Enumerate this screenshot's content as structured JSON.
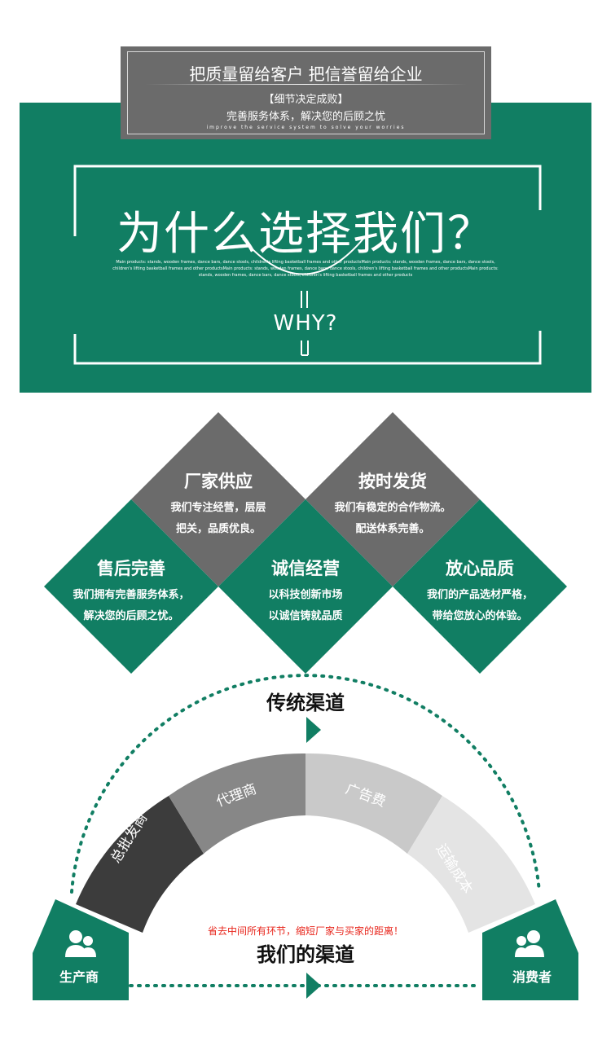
{
  "banner": {
    "title": "把质量留给客户  把信誉留给企业",
    "subtitle_1": "【细节决定成败】",
    "subtitle_2": "完善服务体系，解决您的后顾之忧",
    "english": "improve the service system to solve your worries"
  },
  "hero": {
    "title": "为什么选择我们？",
    "micro_text": "Main products: stands, wooden frames, dance bars, dance stools, children's lifting basketball frames and other productsMain products: stands, wooden frames, dance bars, dance stools, children's lifting basketball frames and other productsMain products: stands, wooden frames, dance bars, dance stools, children's lifting basketball frames and other productsMain products: stands, wooden frames, dance bars, dance stools, children's lifting basketball frames and other products",
    "why": "WHY?"
  },
  "features": [
    {
      "title": "厂家供应",
      "line1": "我们专注经营，层层",
      "line2": "把关，品质优良。"
    },
    {
      "title": "按时发货",
      "line1": "我们有稳定的合作物流。",
      "line2": "配送体系完善。"
    },
    {
      "title": "售后完善",
      "line1": "我们拥有完善服务体系，",
      "line2": "解决您的后顾之忧。"
    },
    {
      "title": "诚信经营",
      "line1": "以科技创新市场",
      "line2": "以诚信铸就品质"
    },
    {
      "title": "放心品质",
      "line1": "我们的产品选材严格，",
      "line2": "带给您放心的体验。"
    }
  ],
  "channels": {
    "traditional_title": "传统渠道",
    "segments": [
      "总批发商",
      "代理商",
      "广告费",
      "运输成本"
    ],
    "note": "省去中间所有环节，缩短厂家与买家的距离！",
    "our_title": "我们的渠道",
    "producer": "生产商",
    "consumer": "消费者"
  },
  "colors": {
    "green": "#117e63",
    "gray_dark": "#6b6b6b",
    "seg1": "#3c3c3c",
    "seg2": "#878787",
    "seg3": "#c9c9c9",
    "seg4": "#e4e4e4",
    "note_red": "#e8261c"
  },
  "icons": [
    "people-icon",
    "arrow-right-icon"
  ]
}
